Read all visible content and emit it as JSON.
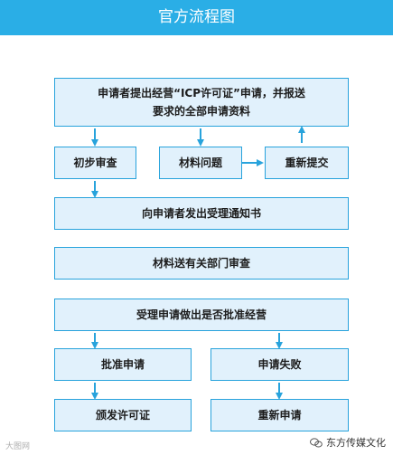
{
  "header": {
    "title": "官方流程图"
  },
  "boxes": {
    "applicant_submit_line1": "申请者提出经营“ICP许可证”申请，并报送",
    "applicant_submit_line2": "要求的全部申请资料",
    "initial_review": "初步审查",
    "material_issue": "材料问题",
    "resubmit": "重新提交",
    "send_acceptance_notice": "向申请者发出受理通知书",
    "forward_to_departments": "材料送有关部门审查",
    "decide_approval": "受理申请做出是否批准经营",
    "approve": "批准申请",
    "application_failed": "申请失败",
    "issue_license": "颁发许可证",
    "reapply": "重新申请"
  },
  "watermark": {
    "left": "大图网",
    "right": "东方传媒文化"
  },
  "colors": {
    "header": "#2aaee6",
    "box_fill": "#e1f1fc",
    "box_border": "#28a3dc",
    "arrow": "#28a3dc"
  }
}
